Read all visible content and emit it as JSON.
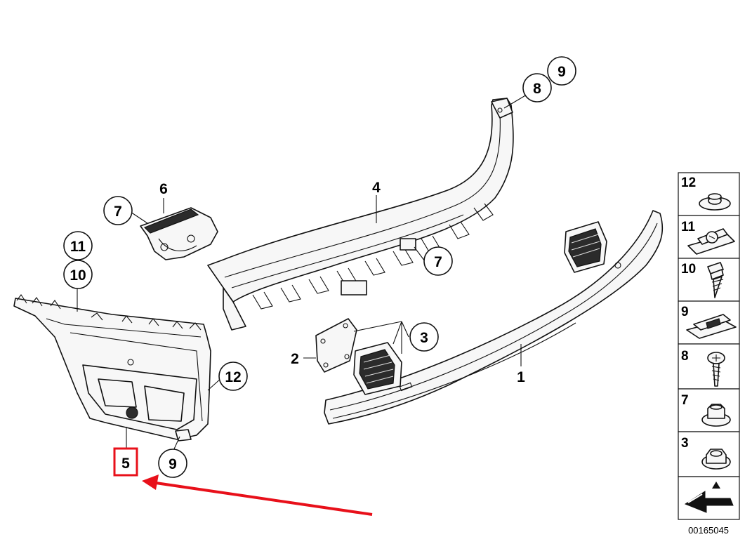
{
  "diagram": {
    "callouts": [
      {
        "id": "callout-1",
        "label": "1",
        "circled": false
      },
      {
        "id": "callout-2",
        "label": "2",
        "circled": false
      },
      {
        "id": "callout-3",
        "label": "3",
        "circled": true
      },
      {
        "id": "callout-4",
        "label": "4",
        "circled": false
      },
      {
        "id": "callout-5",
        "label": "5",
        "circled": false,
        "highlighted": true
      },
      {
        "id": "callout-6",
        "label": "6",
        "circled": false
      },
      {
        "id": "callout-7a",
        "label": "7",
        "circled": true
      },
      {
        "id": "callout-7b",
        "label": "7",
        "circled": true
      },
      {
        "id": "callout-8",
        "label": "8",
        "circled": true
      },
      {
        "id": "callout-9a",
        "label": "9",
        "circled": true
      },
      {
        "id": "callout-9b",
        "label": "9",
        "circled": true
      },
      {
        "id": "callout-10",
        "label": "10",
        "circled": true
      },
      {
        "id": "callout-11",
        "label": "11",
        "circled": true
      },
      {
        "id": "callout-12",
        "label": "12",
        "circled": true
      }
    ],
    "legend": [
      {
        "label": "12",
        "icon": "clip-nut-icon"
      },
      {
        "label": "11",
        "icon": "spring-nut-icon"
      },
      {
        "label": "10",
        "icon": "screw-icon"
      },
      {
        "label": "9",
        "icon": "speed-nut-icon"
      },
      {
        "label": "8",
        "icon": "self-tapping-screw-icon"
      },
      {
        "label": "7",
        "icon": "collar-nut-icon"
      },
      {
        "label": "3",
        "icon": "hex-nut-icon"
      }
    ],
    "reference_code": "00165045",
    "colors": {
      "highlight": "#e8101a",
      "line": "#111111",
      "background": "#ffffff"
    }
  }
}
